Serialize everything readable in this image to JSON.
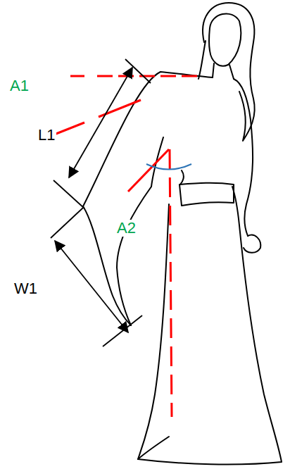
{
  "diagram": {
    "labels": [
      "A1",
      "L1",
      "A2",
      "W1"
    ]
  }
}
